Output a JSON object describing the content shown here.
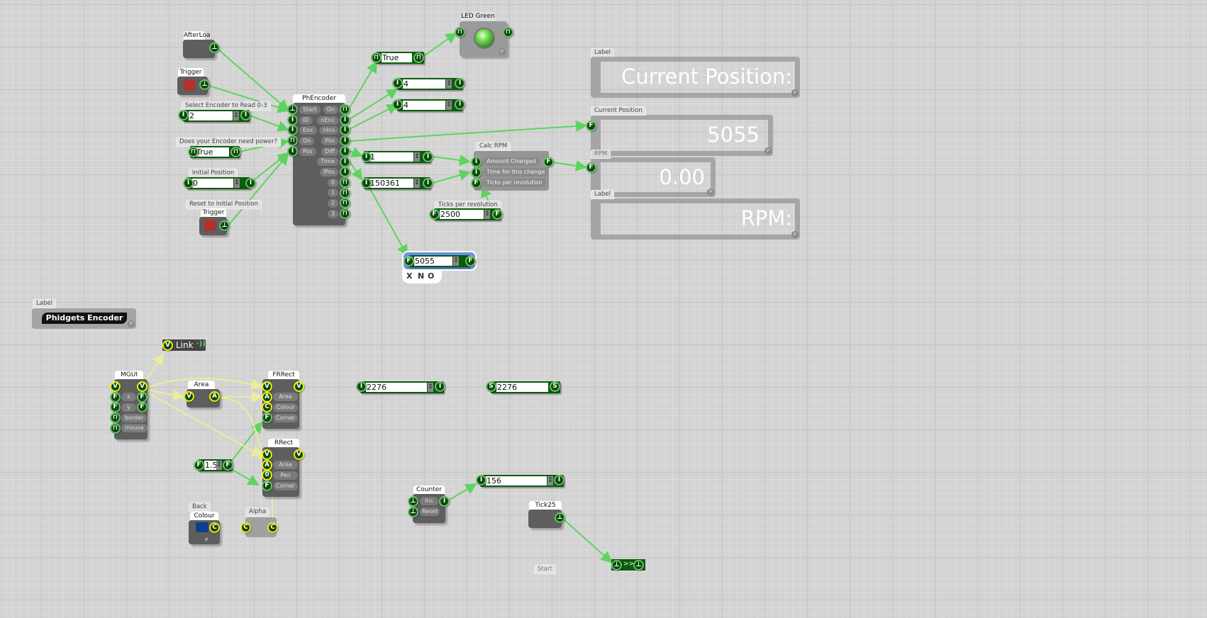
{
  "colors": {
    "wire_green": "#5fd35f",
    "wire_yellow": "#ecec9c",
    "port_fill": "#0c4a0c",
    "node": "#5e5e5e",
    "edit": "#0b5c0b",
    "trigger_red": "#b3302d",
    "colour_swatch": "#0d3f8c"
  },
  "port_types": {
    "int": "I",
    "float": "F",
    "string": "S",
    "view": "V",
    "area": "A",
    "colour": "C",
    "pen": "0",
    "pulse": "⊓",
    "trigger": "⊥"
  },
  "afterload": {
    "title": "AfterLoa"
  },
  "trigger1": {
    "title": "Trigger"
  },
  "select_encoder": {
    "label": "Select Encoder to Read  0-3",
    "value": "2"
  },
  "encoder_power": {
    "label": "Does your Encoder need power?",
    "value": "True"
  },
  "initial_position": {
    "label": "Initial Position",
    "value": "0"
  },
  "reset": {
    "label": "Reset to Initial Position",
    "title": "Trigger"
  },
  "phencoder": {
    "title": "PhEncoder",
    "inputs": [
      "Start",
      "ID",
      "Enc",
      "On",
      "Pos"
    ],
    "outputs": [
      "On",
      "nEnc",
      "nIns",
      "Pos",
      "Diff",
      "Time",
      "IPos",
      "0",
      "1",
      "2",
      "3"
    ]
  },
  "on_value": {
    "value": "True"
  },
  "led": {
    "title": "LED Green",
    "badge": "P"
  },
  "nenc_value": {
    "value": "4"
  },
  "nins_value": {
    "value": "4"
  },
  "diff_value": {
    "value": "1"
  },
  "time_value": {
    "value": "150361"
  },
  "calc_rpm": {
    "title": "Calc RPM",
    "inputs": [
      "Amount Changed",
      "Time for this change",
      "Ticks per revolution"
    ]
  },
  "ticks": {
    "label": "Ticks per revolution",
    "value": "2500"
  },
  "pos_float": {
    "value": "5055",
    "actions": [
      "X",
      "N",
      "O"
    ]
  },
  "label_current_position": {
    "tag": "Label",
    "text": "Current Position:",
    "badge": "P"
  },
  "current_position": {
    "tag": "Current Position",
    "text": "5055",
    "badge": "P"
  },
  "rpm": {
    "tag": "RPM",
    "text": "0.00",
    "badge": "P"
  },
  "label_rpm": {
    "tag": "Label",
    "text": "RPM:",
    "badge": "P"
  },
  "phidgets_label": {
    "tag": "Label",
    "text": "Phidgets Encoder",
    "badge": "P"
  },
  "link": {
    "text": "Link"
  },
  "mgui": {
    "title": "MGUI",
    "rows": [
      "x",
      "y",
      "border",
      "mouse"
    ]
  },
  "area": {
    "title": "Area"
  },
  "frrect": {
    "title": "FRRect",
    "inputs": [
      "Area",
      "Colour",
      "Corner"
    ]
  },
  "rrect": {
    "title": "RRect",
    "inputs": [
      "Area",
      "Pen",
      "Corner"
    ]
  },
  "corner_value": {
    "value": "1.5"
  },
  "colour": {
    "tag": "Back",
    "title": "Colour",
    "badge": "P"
  },
  "alpha": {
    "tag": "Alpha"
  },
  "int_2276": {
    "value": "2276"
  },
  "str_2276": {
    "value": "2276"
  },
  "counter": {
    "title": "Counter",
    "inputs": [
      "Inc",
      "Reset"
    ]
  },
  "counter_value": {
    "value": "156"
  },
  "tick25": {
    "title": "Tick25"
  },
  "bottom_tag": {
    "tag": "Start"
  },
  "forward": {
    "text": ">>"
  }
}
